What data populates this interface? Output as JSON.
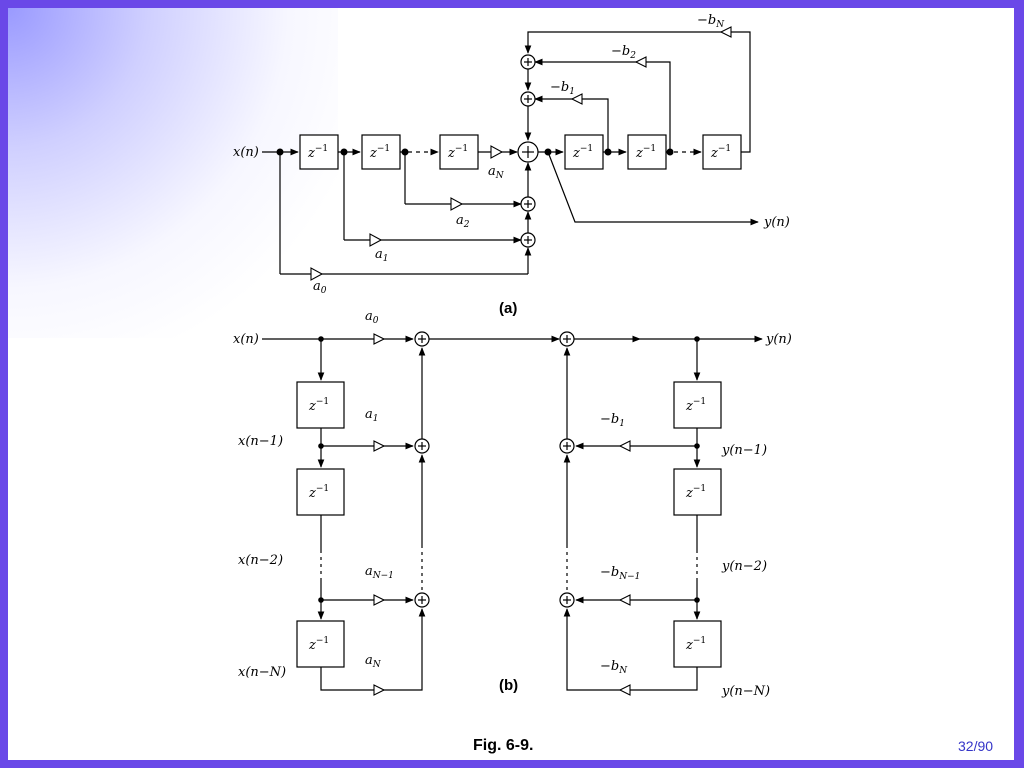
{
  "caption": "Fig. 6-9.",
  "page_number": "32/90",
  "panels": {
    "a": {
      "label": "(a)",
      "input": "x(n)",
      "output": "y(n)",
      "delay_base": "z",
      "delay_exp": "−1",
      "ff_coeffs": [
        {
          "base": "a",
          "sub": "0"
        },
        {
          "base": "a",
          "sub": "1"
        },
        {
          "base": "a",
          "sub": "2"
        },
        {
          "base": "a",
          "sub": "N"
        }
      ],
      "fb_coeffs": [
        {
          "base": "−b",
          "sub": "1"
        },
        {
          "base": "−b",
          "sub": "2"
        },
        {
          "base": "−b",
          "sub": "N"
        }
      ]
    },
    "b": {
      "label": "(b)",
      "input": "x(n)",
      "output": "y(n)",
      "x_taps": [
        "x(n−1)",
        "x(n−2)",
        "x(n−N)"
      ],
      "y_taps": [
        "y(n−1)",
        "y(n−2)",
        "y(n−N)"
      ],
      "ff_coeffs": [
        {
          "base": "a",
          "sub": "0"
        },
        {
          "base": "a",
          "sub": "1"
        },
        {
          "base": "a",
          "sub": "N−1"
        },
        {
          "base": "a",
          "sub": "N"
        }
      ],
      "fb_coeffs": [
        {
          "base": "−b",
          "sub": "1"
        },
        {
          "base": "−b",
          "sub": "N−1"
        },
        {
          "base": "−b",
          "sub": "N"
        }
      ]
    }
  }
}
